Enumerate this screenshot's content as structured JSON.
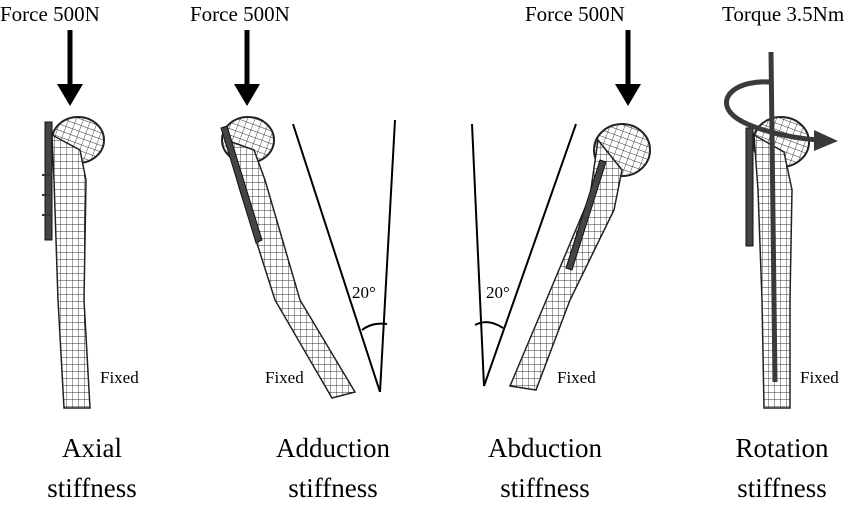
{
  "panels": [
    {
      "load": "Force 500N",
      "fixed": "Fixed",
      "caption_line1": "Axial",
      "caption_line2": "stiffness"
    },
    {
      "load": "Force 500N",
      "fixed": "Fixed",
      "caption_line1": "Adduction",
      "caption_line2": "stiffness",
      "angle": "20°"
    },
    {
      "load": "Force 500N",
      "fixed": "Fixed",
      "caption_line1": "Abduction",
      "caption_line2": "stiffness",
      "angle": "20°"
    },
    {
      "load": "Torque 3.5Nm",
      "fixed": "Fixed",
      "caption_line1": "Rotation",
      "caption_line2": "stiffness"
    }
  ],
  "colors": {
    "mesh": "#333333",
    "arrow": "#000000",
    "background": "#ffffff"
  },
  "icons": [
    "down-arrow-icon",
    "rotation-arrow-icon",
    "bone-mesh-illustration"
  ]
}
